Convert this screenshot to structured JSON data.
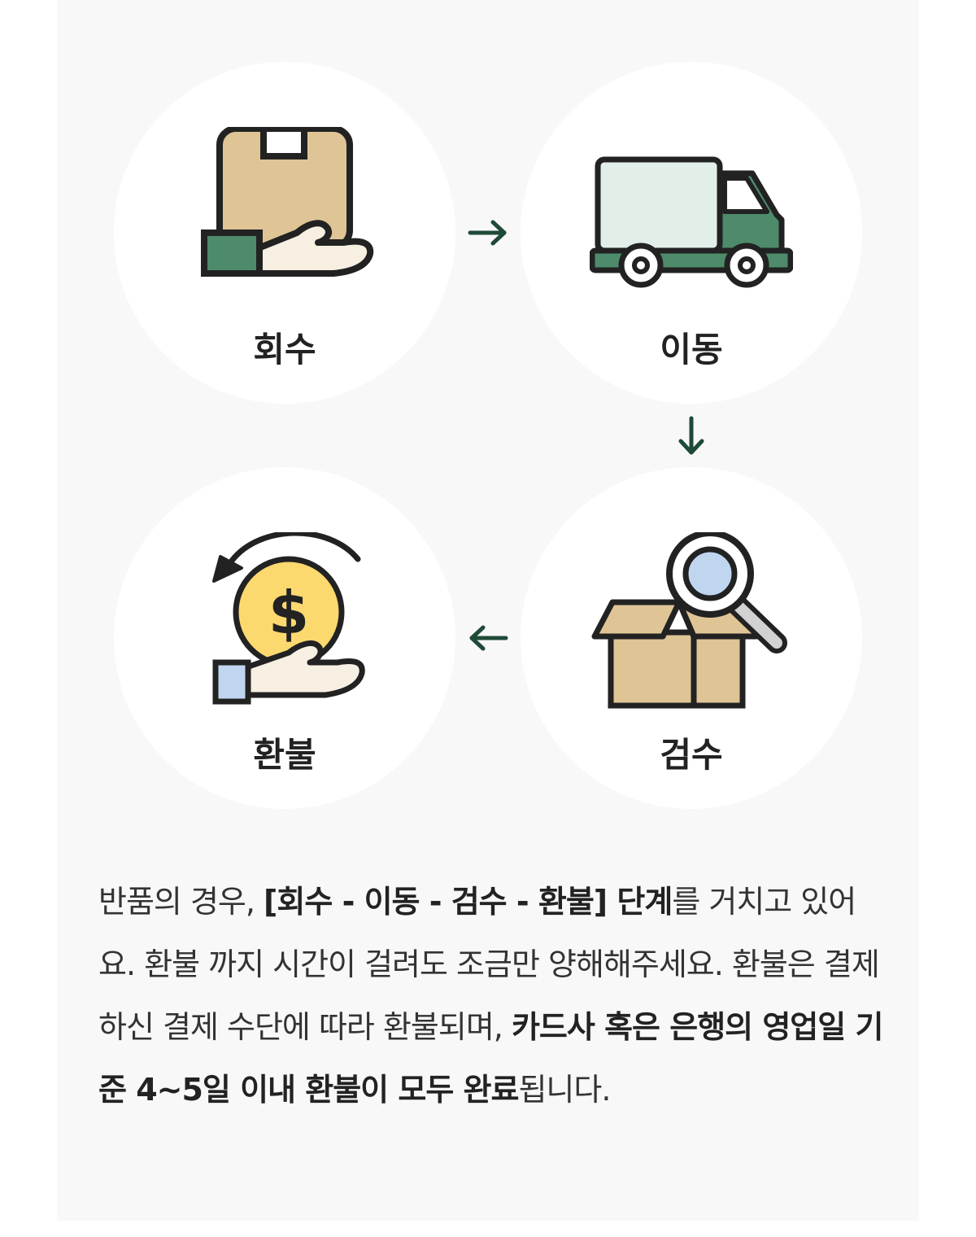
{
  "steps": {
    "collect": "회수",
    "move": "이동",
    "inspect": "검수",
    "refund": "환불"
  },
  "icons": {
    "collect": "box-in-hand-icon",
    "move": "delivery-truck-icon",
    "inspect": "box-magnifier-icon",
    "refund": "coin-refund-icon"
  },
  "colors": {
    "accent_green": "#1f4a38",
    "icon_green": "#4d8b6b",
    "box_tan": "#dfc496",
    "coin_yellow": "#fcd96f",
    "background": "#f8f8f8"
  },
  "description": {
    "p1": "반품의 경우, ",
    "p2": "[회수 - 이동 - 검수 - 환불] 단계",
    "p3": "를 거치고 있어요. 환불 까지 시간이 걸려도 조금만 양해해주세요. 환불은 결제하신 결제 수단에 따라 환불되며, ",
    "p4": "카드사 혹은 은행의 영업일 기준 4~5일 이내 환불이 모두 완료",
    "p5": "됩니다."
  }
}
